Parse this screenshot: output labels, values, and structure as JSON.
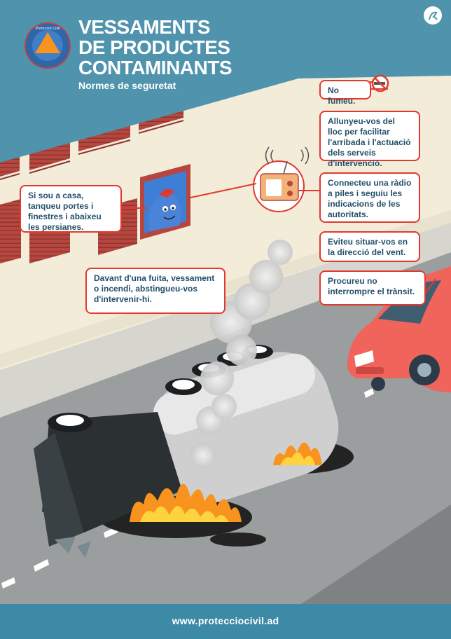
{
  "title": {
    "line1": "VESSAMENTS",
    "line2": "DE PRODUCTES",
    "line3": "CONTAMINANTS",
    "subtitle": "Normes de seguretat"
  },
  "logo": {
    "ring_text": "Protecció Civil i Gestió d'Emergències",
    "icon": "civil-protection-logo-icon"
  },
  "tips": {
    "no_smoking": "No fumeu.",
    "move_away": "Allunyeu-vos del lloc per facilitar l'arribada i l'actuació dels serveis d'intervenció.",
    "radio": "Connecteu una ràdio a piles i seguiu les indicacions de les autoritats.",
    "wind": "Eviteu situar-vos en la direcció del vent.",
    "traffic": "Procureu no interrompre el trànsit.",
    "home": "Si sou a casa, tanqueu portes i finestres i abaixeu les persianes.",
    "leak": "Davant d'una fuita, vessament o incendi, abstingueu-vos d'intervenir-hi."
  },
  "footer": {
    "url": "www.protecciocivil.ad"
  },
  "colors": {
    "header_blue": "#4f93ac",
    "bubble_border": "#e2392e",
    "bubble_text": "#23506a",
    "wall": "#f3ecd9",
    "shutter": "#b6473f",
    "road": "#9b9e9e",
    "car": "#f0645c",
    "fire": "#f7931e"
  }
}
